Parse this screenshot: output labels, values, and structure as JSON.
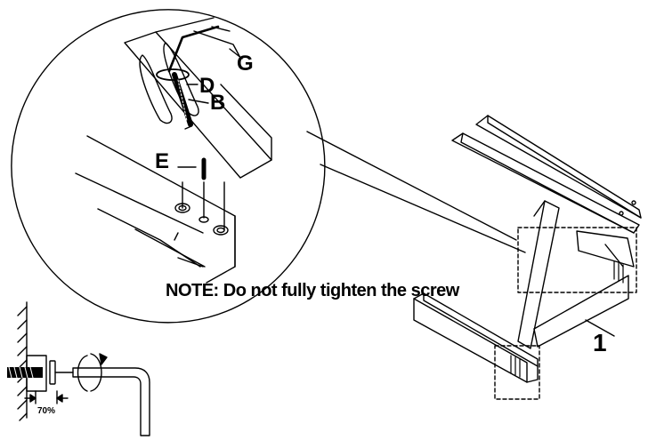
{
  "labels": {
    "G": "G",
    "D": "D",
    "B": "B",
    "E": "E",
    "part_1": "1"
  },
  "note": "NOTE: Do not fully tighten the screw",
  "tighten_percent": "70%",
  "colors": {
    "line": "#000000",
    "background": "#ffffff"
  }
}
